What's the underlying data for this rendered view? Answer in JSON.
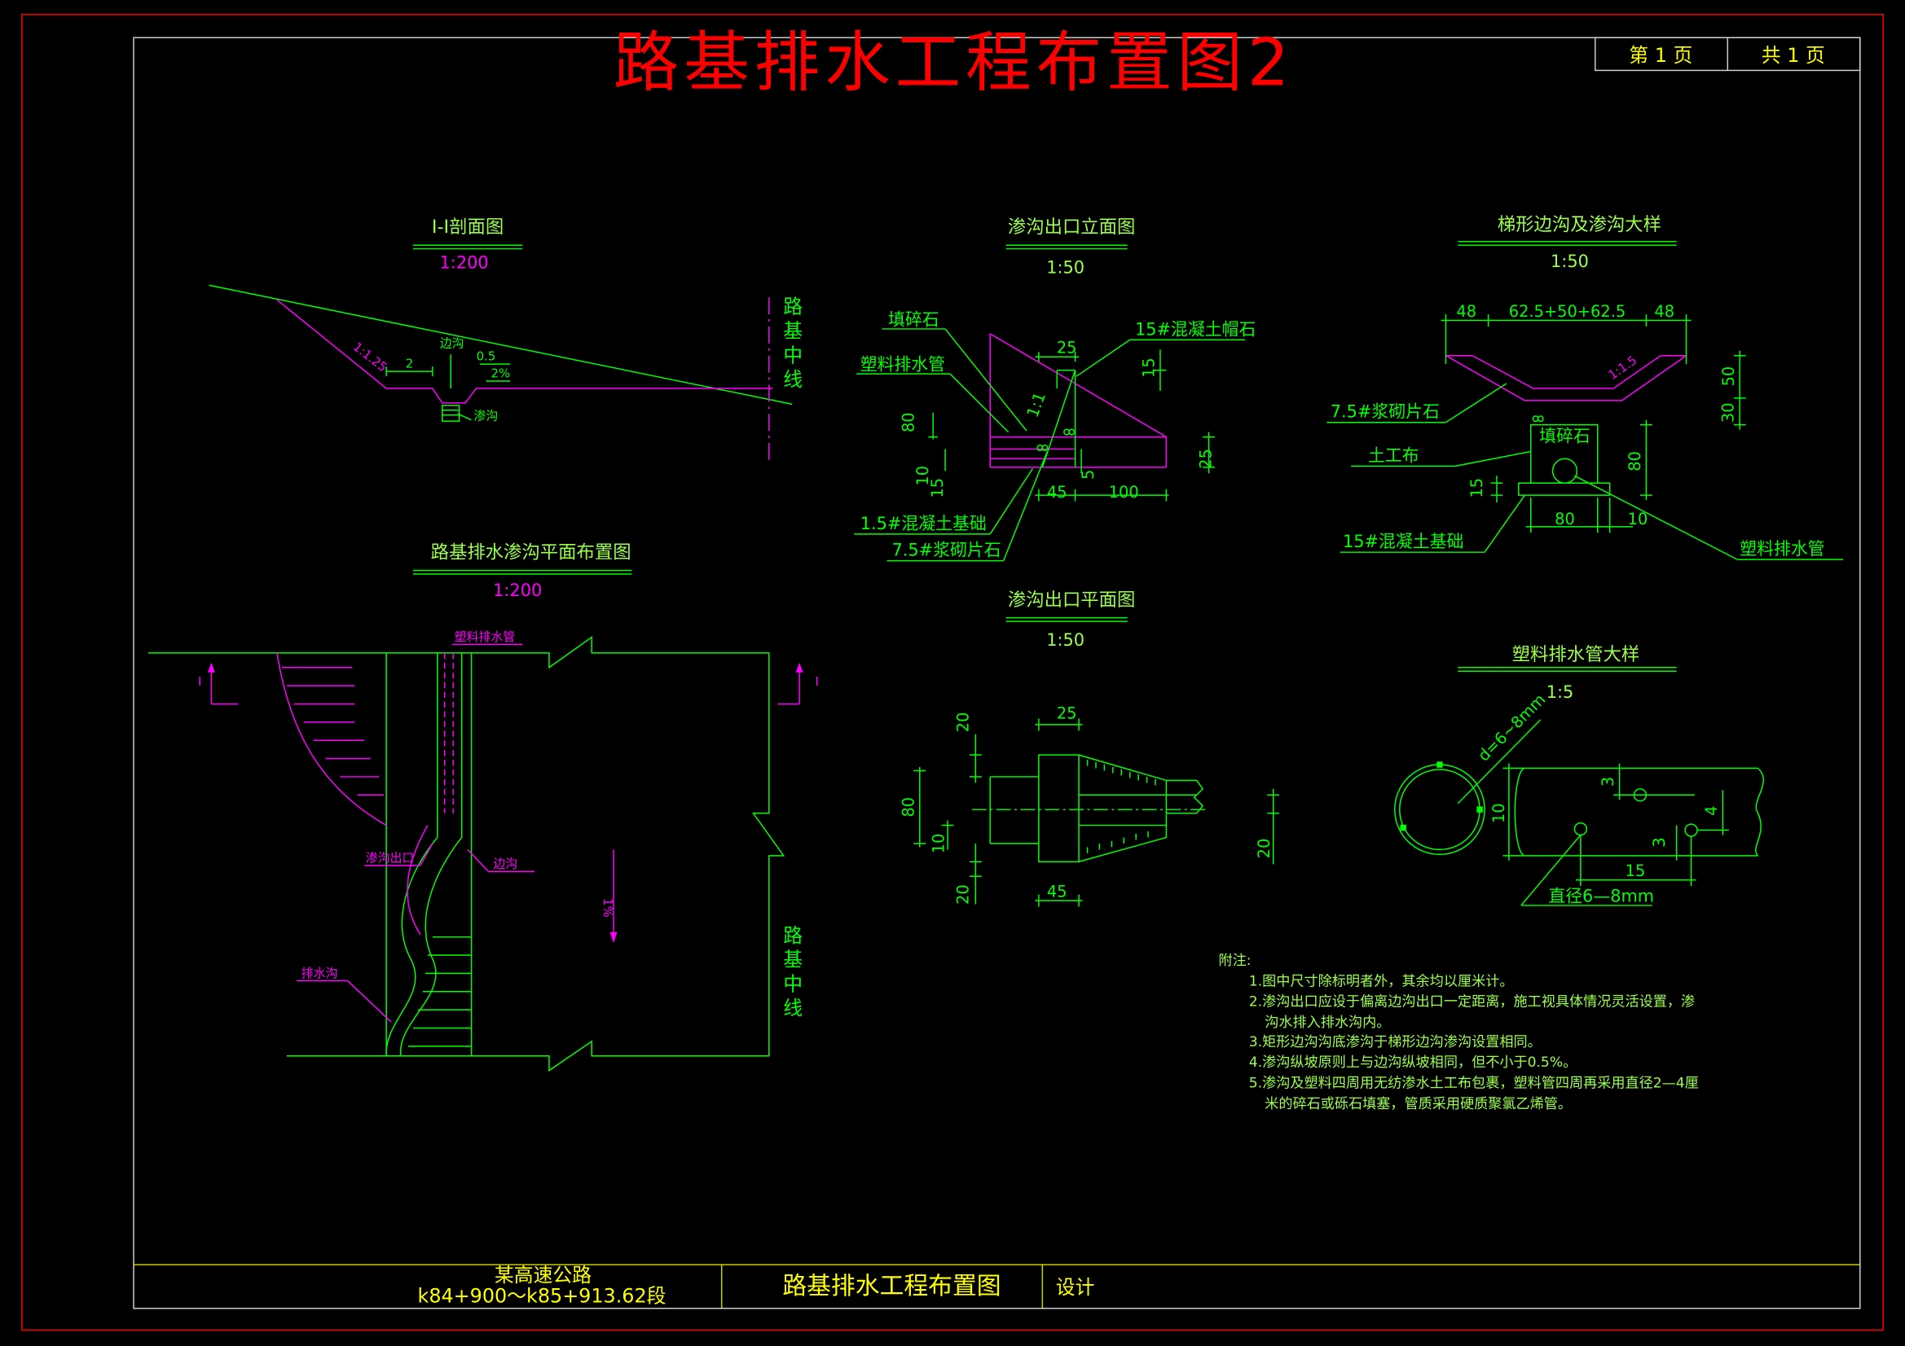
{
  "colors": {
    "background": "#000000",
    "title_red": "#ff0000",
    "line_green": "#00ff00",
    "line_magenta": "#ff00ff",
    "section_title": "#9cff4a",
    "title_block_yellow": "#ffff00",
    "frame_white": "#cfcfcf"
  },
  "title": "路基排水工程布置图2",
  "page": {
    "current": "第 1 页",
    "total": "共 1 页"
  },
  "section_profile": {
    "title": "I-I剖面图",
    "scale": "1:200",
    "slope": "1:1.25",
    "ditch": "边沟",
    "width": "2",
    "offset": "0.5",
    "grade": "2%",
    "drain": "渗沟",
    "centerline": "路基中线"
  },
  "section_plan": {
    "title": "路基排水渗沟平面布置图",
    "scale": "1:200",
    "pipe": "塑料排水管",
    "cut_left": "I",
    "cut_right": "I",
    "outlet": "渗沟出口",
    "ditch": "边沟",
    "grade": "1%",
    "drain_ditch": "排水沟",
    "centerline": "路基中线"
  },
  "outlet_elevation": {
    "title": "渗沟出口立面图",
    "scale": "1:50",
    "fill_stone": "填碎石",
    "pipe": "塑料排水管",
    "cap_stone": "15#混凝土帽石",
    "foundation": "1.5#混凝土基础",
    "masonry": "7.5#浆砌片石",
    "dims": [
      "25",
      "15",
      "1:1",
      "80",
      "10",
      "15",
      "5",
      "45",
      "100",
      "25"
    ]
  },
  "outlet_plan": {
    "title": "渗沟出口平面图",
    "scale": "1:50",
    "dims": [
      "20",
      "25",
      "80",
      "10",
      "20",
      "45",
      "20"
    ]
  },
  "ditch_detail": {
    "title": "梯形边沟及渗沟大样",
    "scale": "1:50",
    "masonry": "7.5#浆砌片石",
    "fill_stone": "填碎石",
    "geotextile": "土工布",
    "foundation": "15#混凝土基础",
    "pipe": "塑料排水管",
    "slope": "1:1.5",
    "dims": [
      "48",
      "62.5+50+62.5",
      "48",
      "50",
      "30",
      "80",
      "15",
      "80",
      "10"
    ]
  },
  "pipe_detail": {
    "title": "塑料排水管大样",
    "scale": "1:5",
    "hole_dia": "d=6~8mm",
    "hole_note": "直径6—8mm",
    "dims": [
      "10",
      "3",
      "4",
      "3",
      "15"
    ]
  },
  "notes": {
    "heading": "附注:",
    "lines": [
      "1.图中尺寸除标明者外，其余均以厘米计。",
      "2.渗沟出口应设于偏离边沟出口一定距离，施工视具体情况灵活设置，渗",
      "沟水排入排水沟内。",
      "3.矩形边沟沟底渗沟于梯形边沟渗沟设置相同。",
      "4.渗沟纵坡原则上与边沟纵坡相同，但不小于0.5%。",
      "5.渗沟及塑料四周用无纺渗水土工布包裹，塑料管四周再采用直径2—4厘",
      "米的碎石或砾石填塞，管质采用硬质聚氯乙烯管。"
    ]
  },
  "title_block": {
    "project": "某高速公路",
    "segment": "k84+900～k85+913.62段",
    "drawing_name": "路基排水工程布置图",
    "design": "设计"
  }
}
